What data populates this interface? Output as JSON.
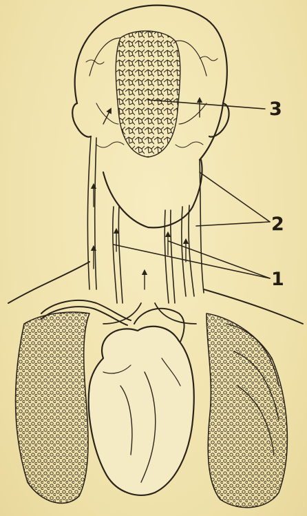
{
  "figure": {
    "labels": [
      {
        "id": "3",
        "text": "3"
      },
      {
        "id": "2",
        "text": "2"
      },
      {
        "id": "1",
        "text": "1"
      }
    ]
  },
  "colors": {
    "paper": "#f2e6b4",
    "ink": "#231d14"
  }
}
